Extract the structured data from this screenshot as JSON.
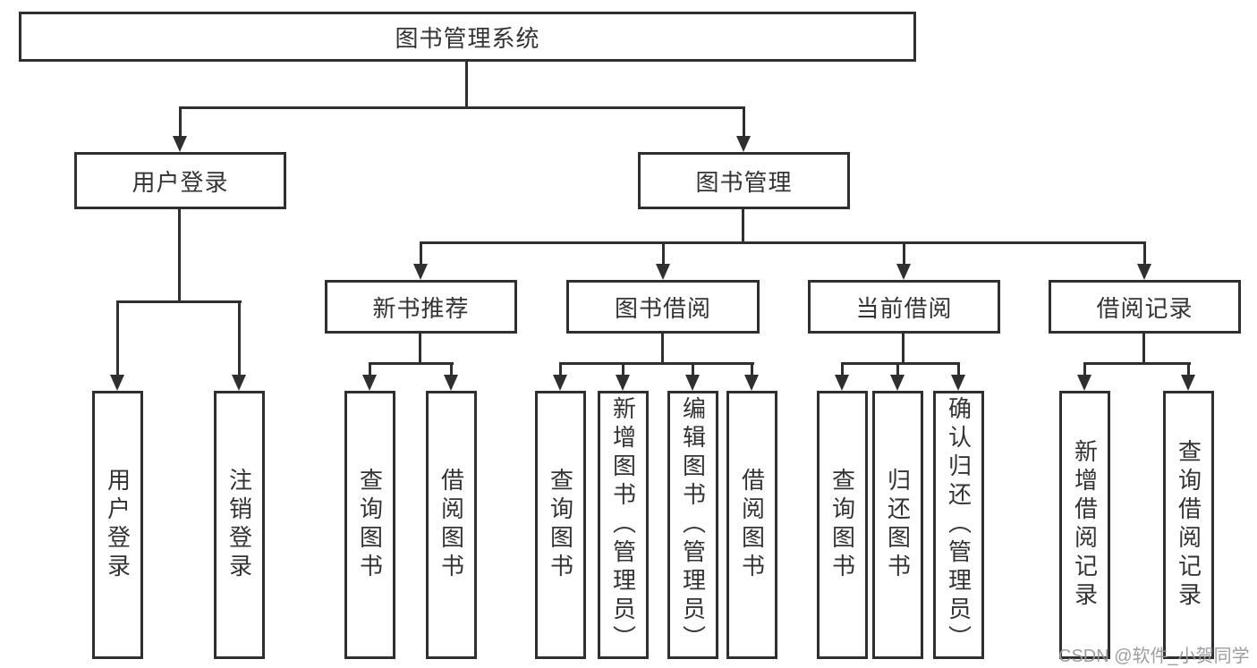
{
  "tree": {
    "label": "图书管理系统",
    "children": [
      {
        "label": "用户登录",
        "children": [
          {
            "label": "用户登录"
          },
          {
            "label": "注销登录"
          }
        ]
      },
      {
        "label": "图书管理",
        "children": [
          {
            "label": "新书推荐",
            "children": [
              {
                "label": "查询图书"
              },
              {
                "label": "借阅图书"
              }
            ]
          },
          {
            "label": "图书借阅",
            "children": [
              {
                "label": "查询图书"
              },
              {
                "label": "新增图书（管理员）"
              },
              {
                "label": "编辑图书（管理员）"
              },
              {
                "label": "借阅图书"
              }
            ]
          },
          {
            "label": "当前借阅",
            "children": [
              {
                "label": "查询图书"
              },
              {
                "label": "归还图书"
              },
              {
                "label": "确认归还（管理员）"
              }
            ]
          },
          {
            "label": "借阅记录",
            "children": [
              {
                "label": "新增借阅记录"
              },
              {
                "label": "查询借阅记录"
              }
            ]
          }
        ]
      }
    ]
  },
  "watermark": "CSDN @软件_小贺同学",
  "colors": {
    "line": "#2f2f2f",
    "text": "#333333",
    "background": "#ffffff",
    "watermark": "#98989e"
  }
}
